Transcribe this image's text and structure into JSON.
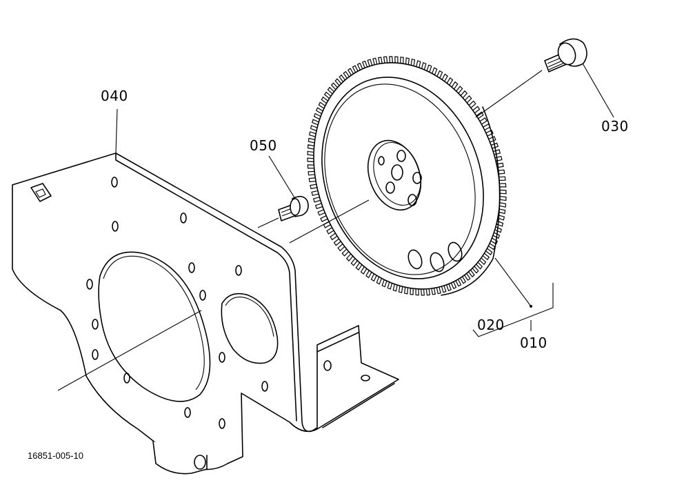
{
  "callouts": {
    "p010": "010",
    "p020": "020",
    "p030": "030",
    "p040": "040",
    "p050": "050"
  },
  "drawing_code": "16851-005-10",
  "colors": {
    "ink": "#000000",
    "paper": "#ffffff"
  }
}
